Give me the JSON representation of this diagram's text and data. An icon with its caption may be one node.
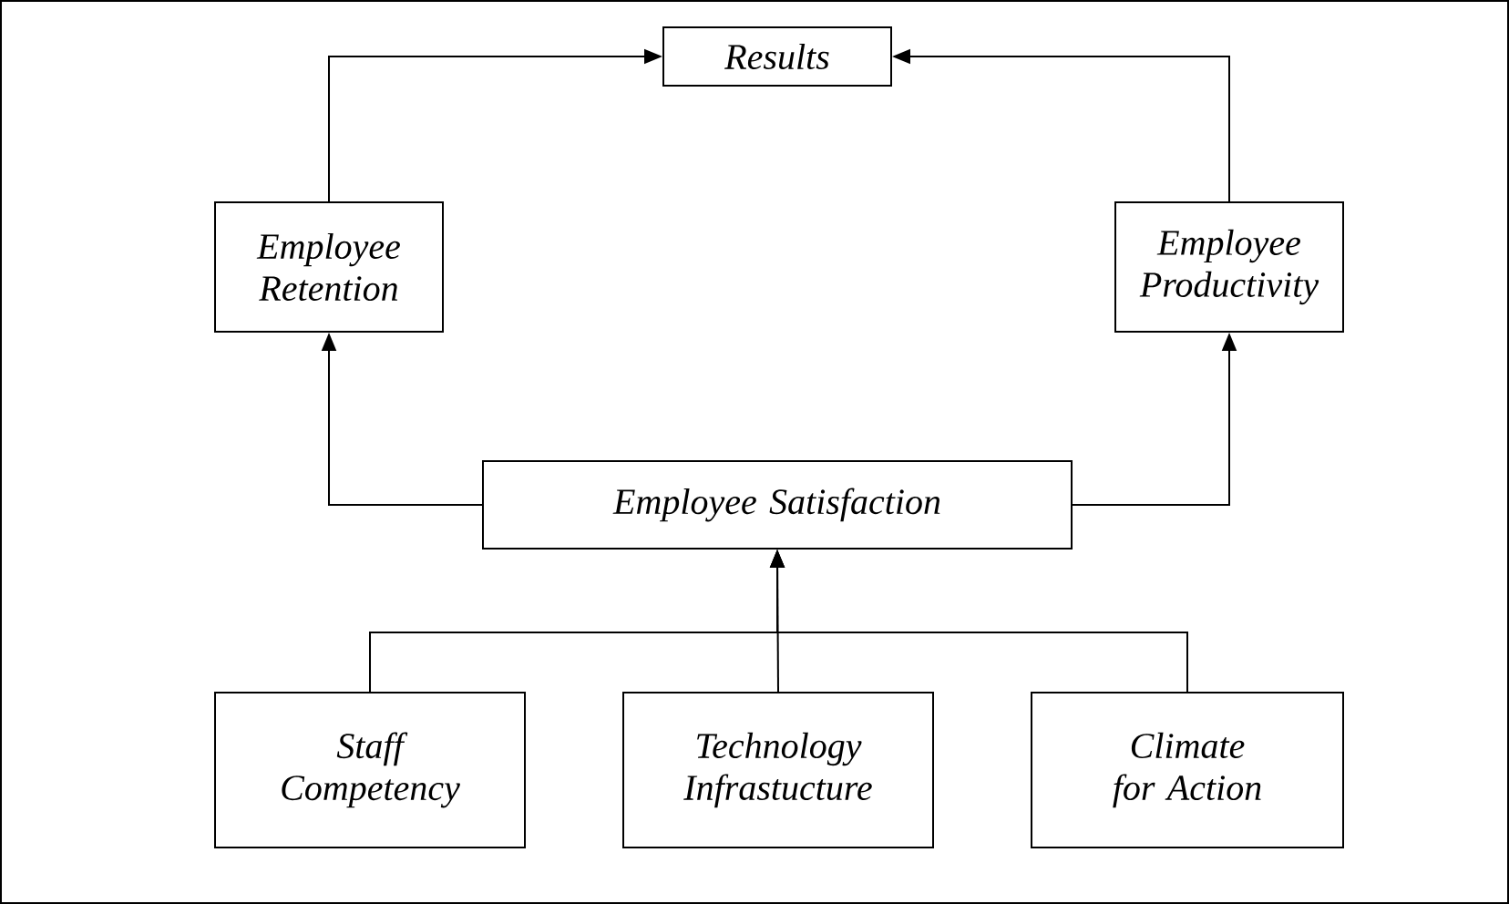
{
  "diagram": {
    "nodes": [
      {
        "text": [
          "Results"
        ]
      },
      {
        "text": [
          "Employee Retention"
        ]
      },
      {
        "text": [
          "Employee Productivity"
        ]
      },
      {
        "text": [
          "Employee Satisfaction"
        ]
      },
      {
        "text": [
          "Staff Competency"
        ]
      },
      {
        "text": [
          "Technology Infrastucture"
        ]
      },
      {
        "text": [
          "Climate for Action"
        ]
      }
    ],
    "edges": [
      {
        "from": 1,
        "to": 0,
        "arrow": "to"
      },
      {
        "from": 2,
        "to": 0,
        "arrow": "to"
      },
      {
        "from": 3,
        "to": 1,
        "arrow": "to"
      },
      {
        "from": 3,
        "to": 2,
        "arrow": "to"
      },
      {
        "from": 4,
        "to": 3,
        "arrow": "to"
      },
      {
        "from": 5,
        "to": 3,
        "arrow": "to"
      },
      {
        "from": 6,
        "to": 3,
        "arrow": "to"
      }
    ]
  }
}
